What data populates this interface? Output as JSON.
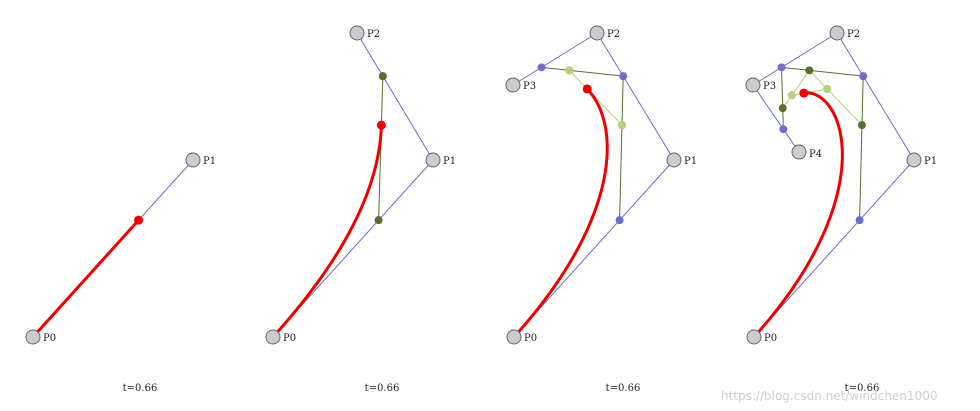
{
  "colors": {
    "control_point": "#cccccc",
    "control_outline": "#666666",
    "level1": "#6e6ecc",
    "level2": "#5a6e32",
    "level3": "#b8d080",
    "curve": "#ee0000"
  },
  "panels": [
    {
      "id": "linear",
      "labels": [
        "P0",
        "P1"
      ],
      "t_label": "t=0.66"
    },
    {
      "id": "quadratic",
      "labels": [
        "P0",
        "P1",
        "P2"
      ],
      "t_label": "t=0.66"
    },
    {
      "id": "cubic",
      "labels": [
        "P0",
        "P1",
        "P2",
        "P3"
      ],
      "t_label": "t=0.66"
    },
    {
      "id": "quartic",
      "labels": [
        "P0",
        "P1",
        "P2",
        "P3",
        "P4"
      ],
      "t_label": "t=0.66"
    }
  ],
  "watermark": "https://blog.csdn.net/windchen1000"
}
